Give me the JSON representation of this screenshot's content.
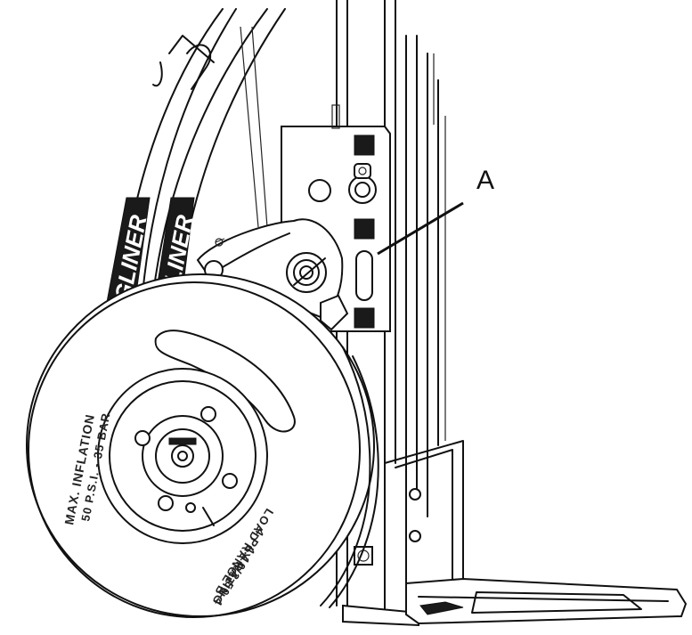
{
  "callout": {
    "label": "A"
  },
  "tire": {
    "line1": "MAX. INFLATION",
    "line2": "50 P.S.I. - 35 BAR",
    "line3": "LOAD RANGE B",
    "line4": "4 PLY RATING",
    "line5": "4.10/3.50-4"
  },
  "brand": {
    "text": "GLINER"
  },
  "colors": {
    "line": "#111111",
    "background": "#ffffff"
  }
}
